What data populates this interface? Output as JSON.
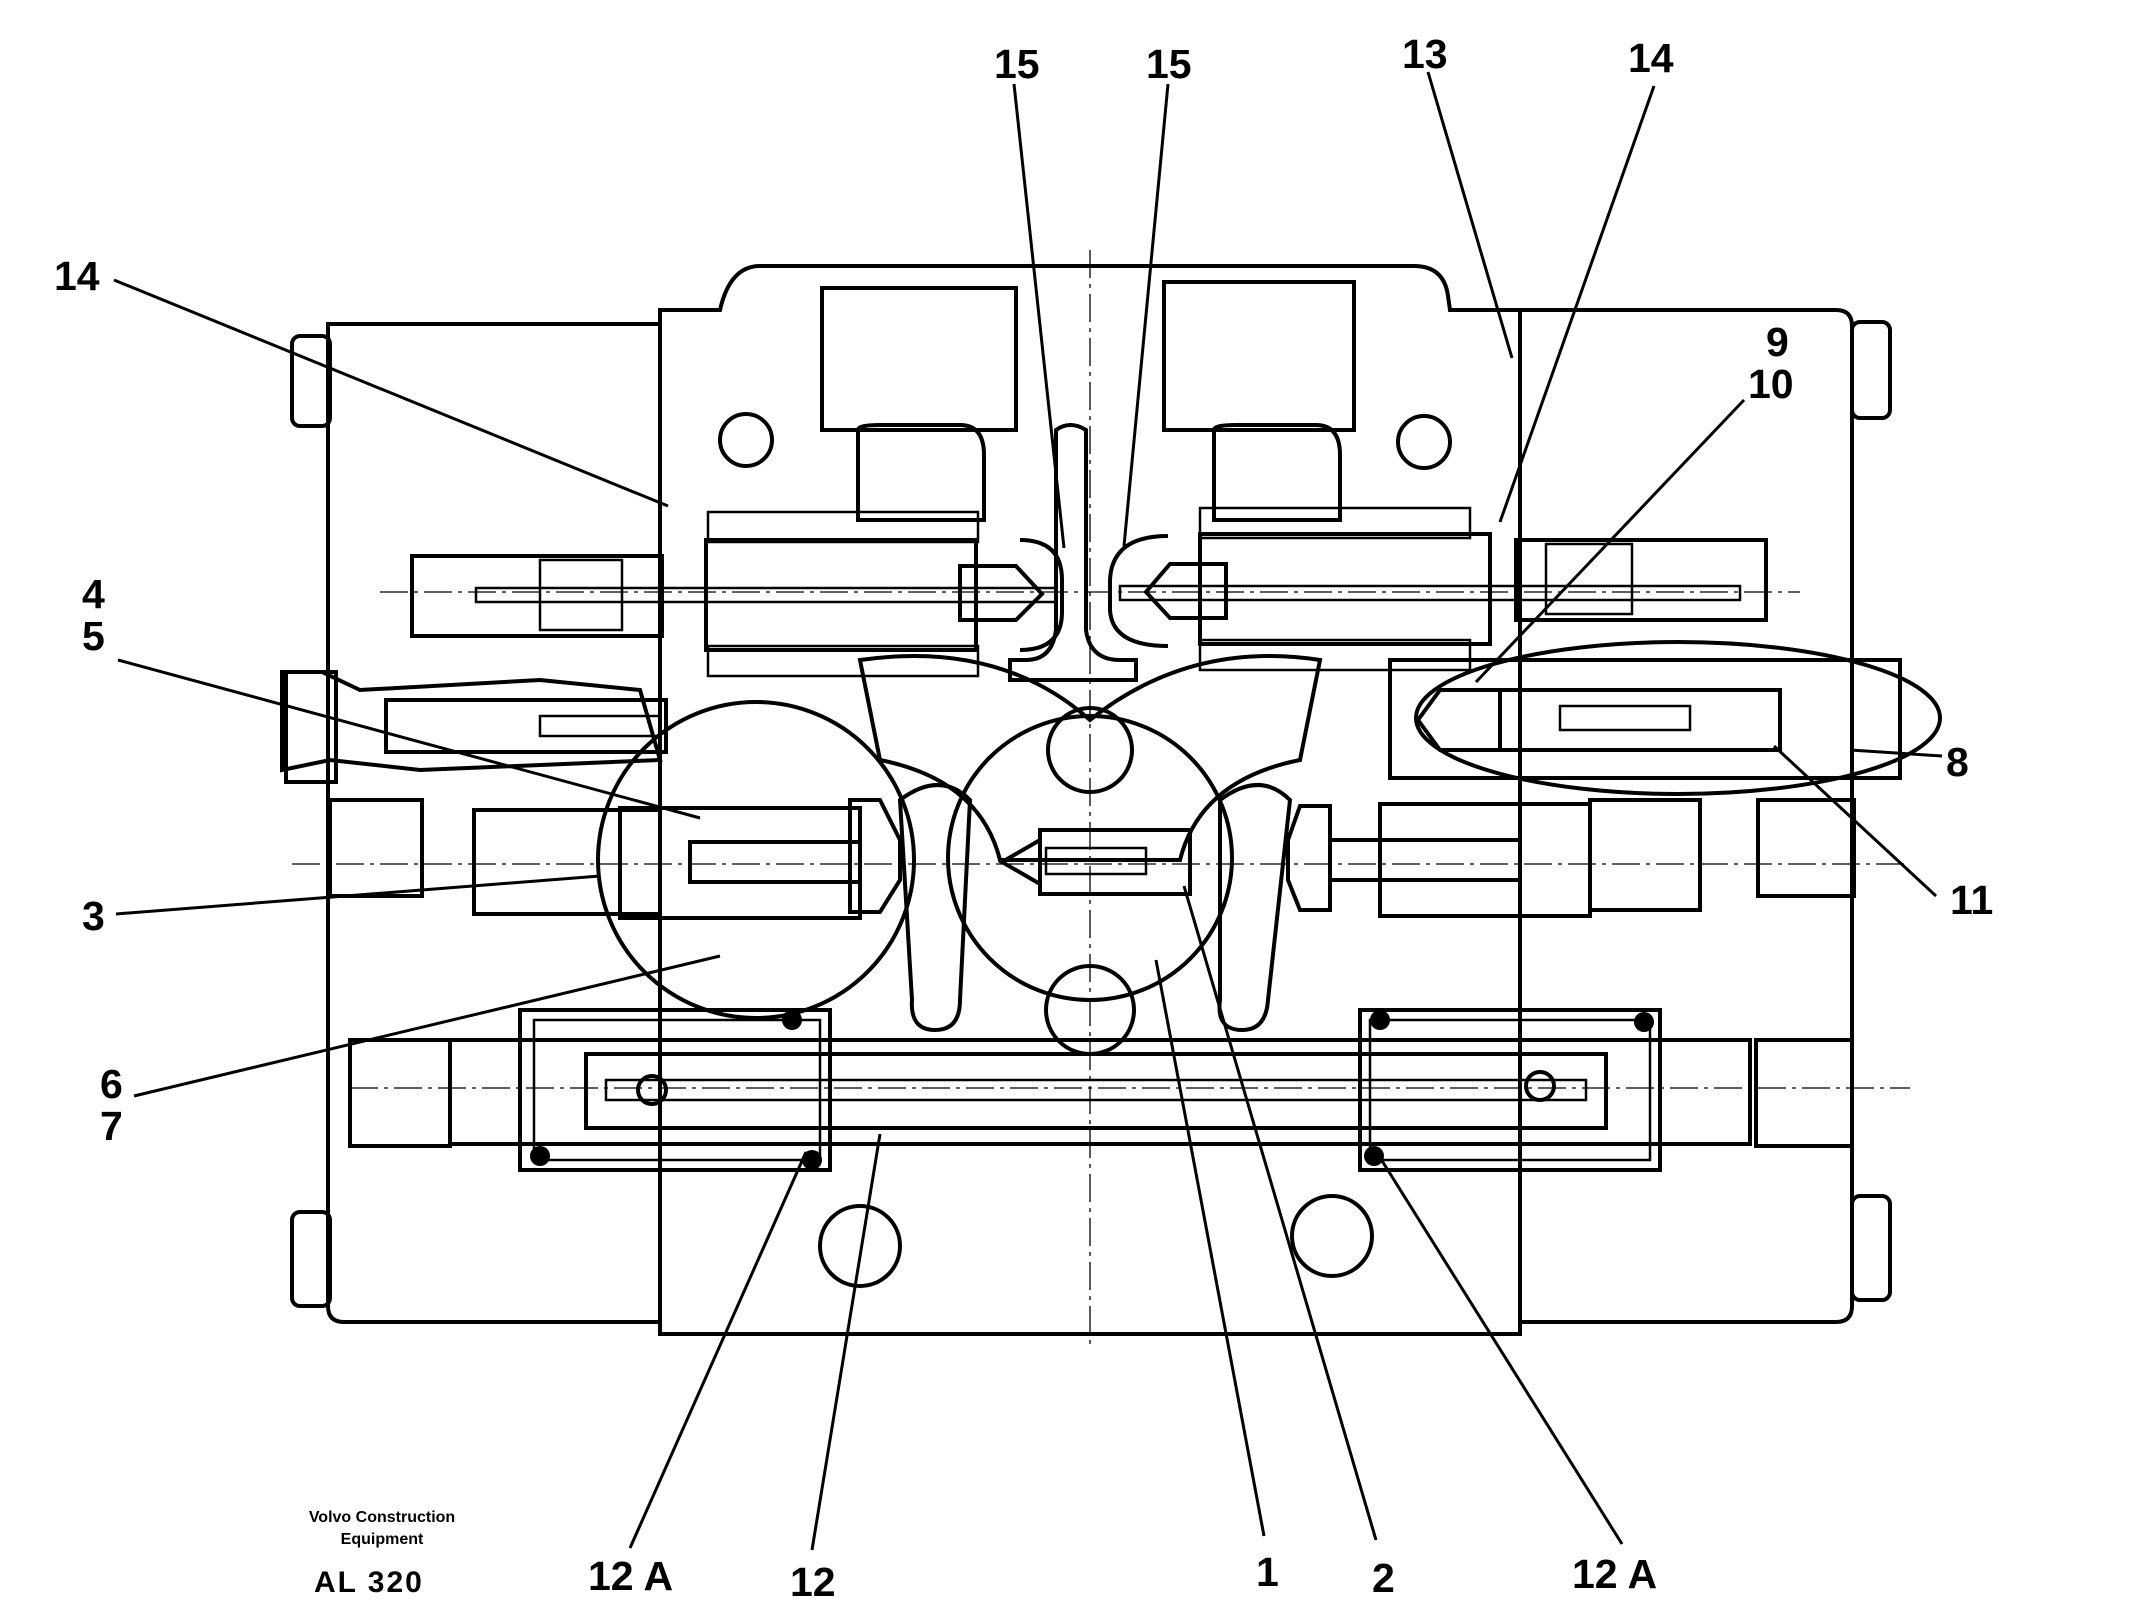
{
  "callouts": {
    "c15a": "15",
    "c15b": "15",
    "c13": "13",
    "c14top": "14",
    "c14left": "14",
    "c9": "9",
    "c10": "10",
    "c4": "4",
    "c5": "5",
    "c8": "8",
    "c3": "3",
    "c11": "11",
    "c6": "6",
    "c7": "7",
    "c12a_left": "12 A",
    "c12": "12",
    "c1": "1",
    "c2": "2",
    "c12a_right": "12 A"
  },
  "footer": {
    "maker_line1": "Volvo Construction",
    "maker_line2": "Equipment",
    "drawing_code": "AL 320"
  }
}
